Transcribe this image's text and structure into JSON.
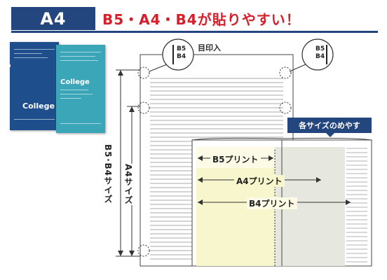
{
  "header": {
    "size_tab": "A4",
    "headline": "B5・A4・B4が貼りやすい！"
  },
  "covers": {
    "back_brand": "College",
    "front_brand": "College"
  },
  "diagram": {
    "callout_label": "目印入",
    "mark_left_top": "B5",
    "mark_left_bottom": "B4",
    "mark_right_top": "B5",
    "mark_right_bottom": "B4",
    "badge_label": "各サイズのめやす",
    "vlabel_b5b4": "B5･B4サイズ",
    "vlabel_a4": "A4サイズ",
    "label_b5": "B5プリント",
    "label_a4": "A4プリント",
    "label_b4": "B4プリント"
  },
  "colors": {
    "brand_navy": "#24467e",
    "accent_red": "#d61f2a",
    "b5_fill": "#e6e7df",
    "a4_fill": "#f7f6cd",
    "b4_fill": "#fdfbe6",
    "cover_back": "#1e4f8c",
    "cover_front": "#3aa6b8"
  }
}
